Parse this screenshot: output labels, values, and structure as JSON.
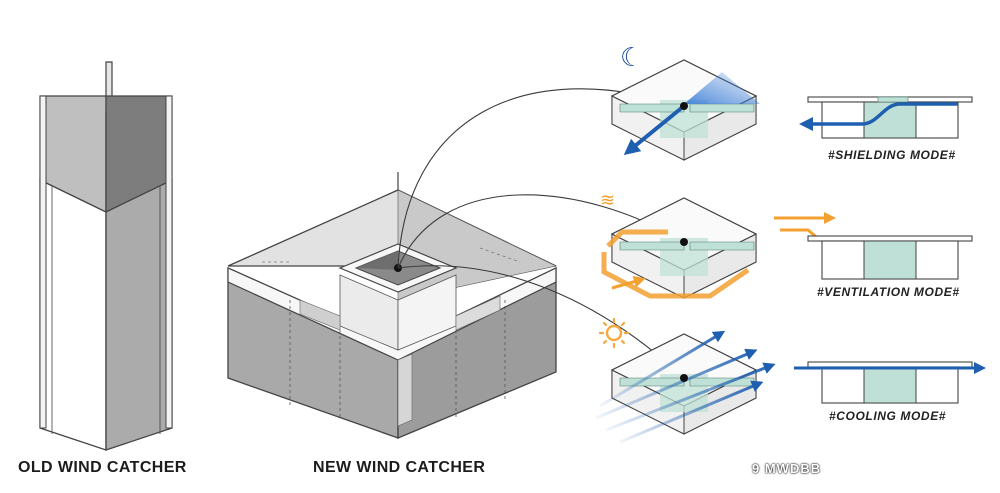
{
  "labels": {
    "old_wind_catcher": "OLD WIND CATCHER",
    "new_wind_catcher": "NEW WIND CATCHER",
    "shielding_mode": "#SHIELDING MODE#",
    "ventilation_mode": "#VENTILATION MODE#",
    "cooling_mode": "#COOLING MODE#"
  },
  "watermark": "9 MWDBB",
  "icons": {
    "shielding": "moon-icon",
    "ventilation": "wind-icon",
    "cooling": "sun-icon"
  },
  "colors": {
    "airflow_blue": "#1f5fb0",
    "airflow_orange": "#f2a030",
    "glass_green": "#bfe0d6",
    "frame_gray": "#8a8a8a",
    "moon": "#1d4f9c",
    "sun": "#f3a93c"
  }
}
